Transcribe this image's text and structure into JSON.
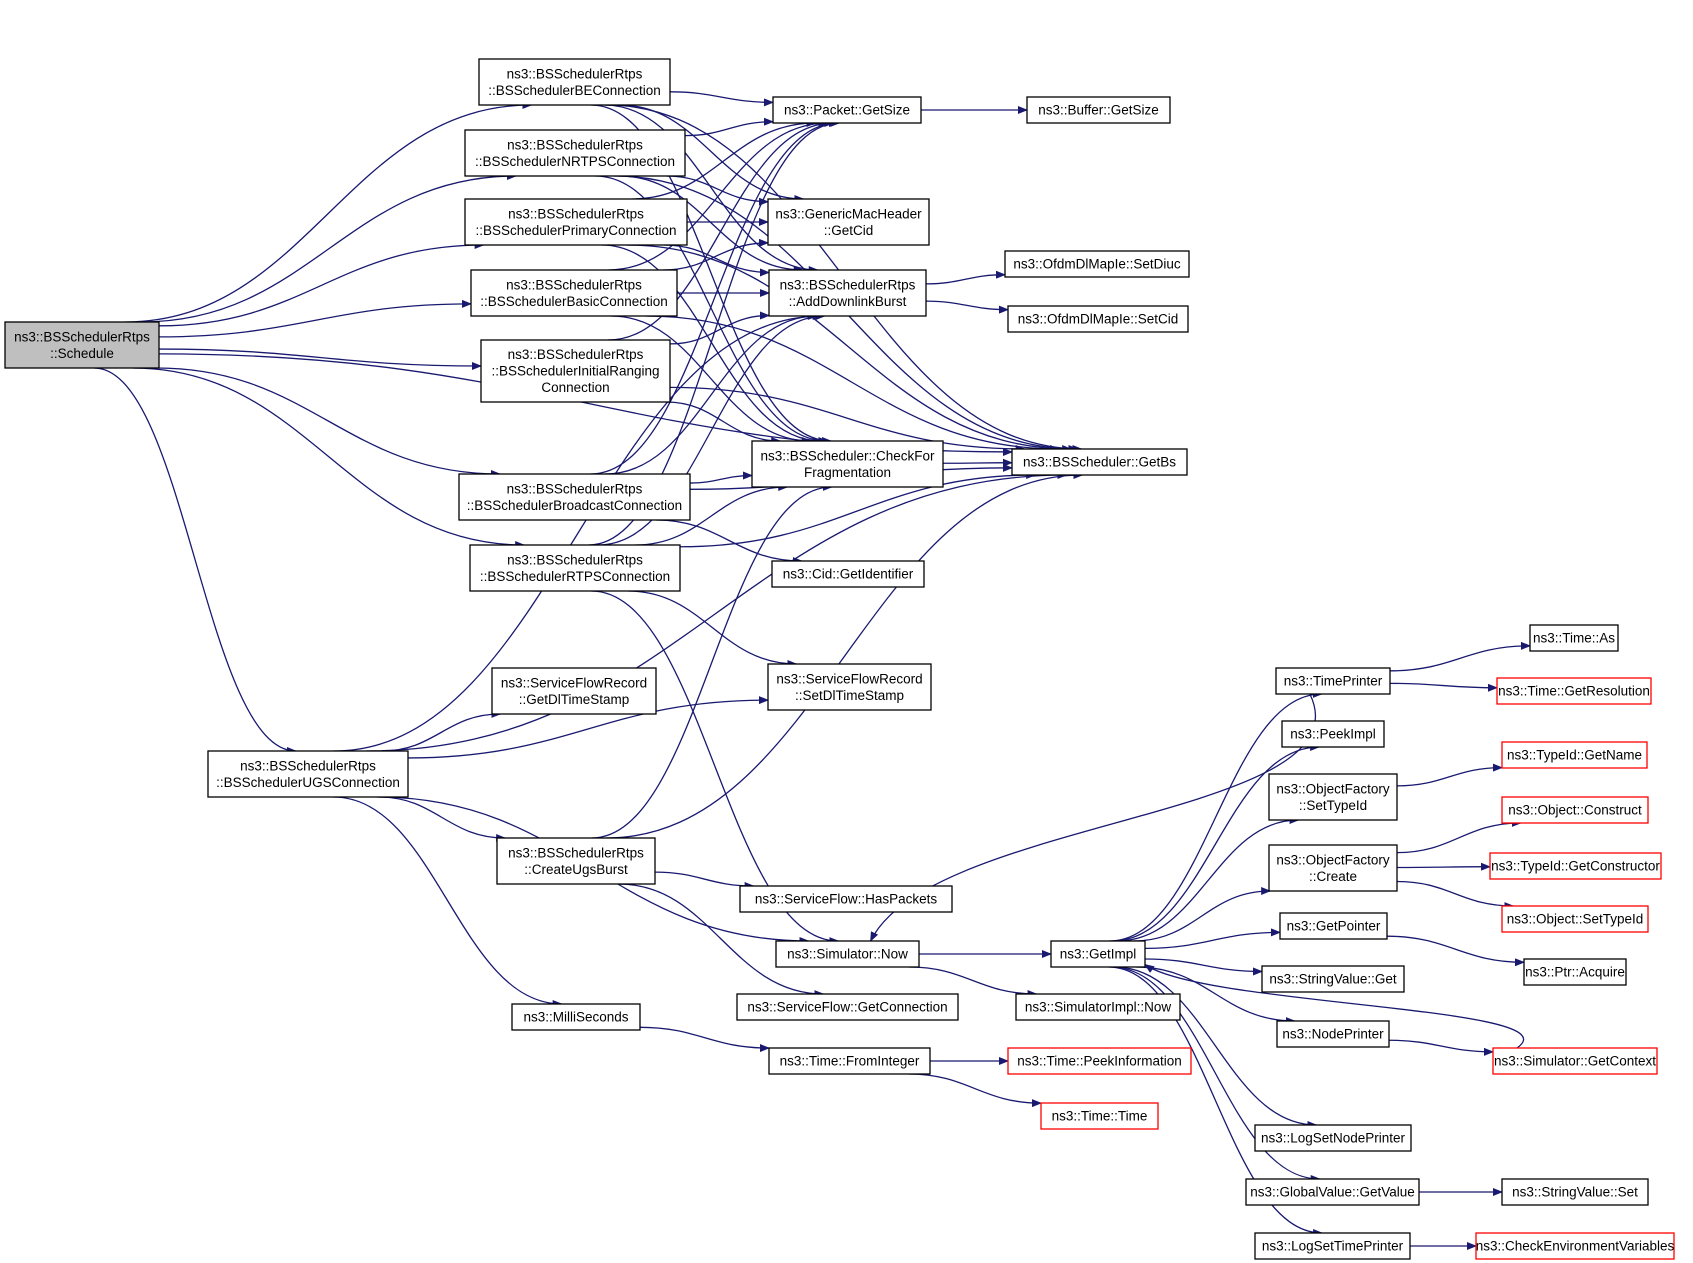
{
  "graph": {
    "nodes": [
      {
        "id": "schedule",
        "lines": [
          "ns3::BSSchedulerRtps",
          "::Schedule"
        ],
        "root": true
      },
      {
        "id": "be",
        "lines": [
          "ns3::BSSchedulerRtps",
          "::BSSchedulerBEConnection"
        ]
      },
      {
        "id": "nrtps",
        "lines": [
          "ns3::BSSchedulerRtps",
          "::BSSchedulerNRTPSConnection"
        ]
      },
      {
        "id": "primary",
        "lines": [
          "ns3::BSSchedulerRtps",
          "::BSSchedulerPrimaryConnection"
        ]
      },
      {
        "id": "basic",
        "lines": [
          "ns3::BSSchedulerRtps",
          "::BSSchedulerBasicConnection"
        ]
      },
      {
        "id": "initrang",
        "lines": [
          "ns3::BSSchedulerRtps",
          "::BSSchedulerInitialRanging",
          "Connection"
        ]
      },
      {
        "id": "broadcast",
        "lines": [
          "ns3::BSSchedulerRtps",
          "::BSSchedulerBroadcastConnection"
        ]
      },
      {
        "id": "rtps",
        "lines": [
          "ns3::BSSchedulerRtps",
          "::BSSchedulerRTPSConnection"
        ]
      },
      {
        "id": "ugs",
        "lines": [
          "ns3::BSSchedulerRtps",
          "::BSSchedulerUGSConnection"
        ]
      },
      {
        "id": "getsize",
        "lines": [
          "ns3::Packet::GetSize"
        ]
      },
      {
        "id": "getcid",
        "lines": [
          "ns3::GenericMacHeader",
          "::GetCid"
        ]
      },
      {
        "id": "adddl",
        "lines": [
          "ns3::BSSchedulerRtps",
          "::AddDownlinkBurst"
        ]
      },
      {
        "id": "checkfrag",
        "lines": [
          "ns3::BSScheduler::CheckFor",
          "Fragmentation"
        ]
      },
      {
        "id": "cidgetid",
        "lines": [
          "ns3::Cid::GetIdentifier"
        ]
      },
      {
        "id": "setdlts",
        "lines": [
          "ns3::ServiceFlowRecord",
          "::SetDlTimeStamp"
        ]
      },
      {
        "id": "getdlts",
        "lines": [
          "ns3::ServiceFlowRecord",
          "::GetDlTimeStamp"
        ]
      },
      {
        "id": "createugs",
        "lines": [
          "ns3::BSSchedulerRtps",
          "::CreateUgsBurst"
        ]
      },
      {
        "id": "haspackets",
        "lines": [
          "ns3::ServiceFlow::HasPackets"
        ]
      },
      {
        "id": "simnow",
        "lines": [
          "ns3::Simulator::Now"
        ]
      },
      {
        "id": "getconn",
        "lines": [
          "ns3::ServiceFlow::GetConnection"
        ]
      },
      {
        "id": "millis",
        "lines": [
          "ns3::MilliSeconds"
        ]
      },
      {
        "id": "fromint",
        "lines": [
          "ns3::Time::FromInteger"
        ]
      },
      {
        "id": "bufsize",
        "lines": [
          "ns3::Buffer::GetSize"
        ]
      },
      {
        "id": "setdiuc",
        "lines": [
          "ns3::OfdmDlMapIe::SetDiuc"
        ]
      },
      {
        "id": "setcid",
        "lines": [
          "ns3::OfdmDlMapIe::SetCid"
        ]
      },
      {
        "id": "getbs",
        "lines": [
          "ns3::BSScheduler::GetBs"
        ]
      },
      {
        "id": "getimpl",
        "lines": [
          "ns3::GetImpl"
        ]
      },
      {
        "id": "simimplnow",
        "lines": [
          "ns3::SimulatorImpl::Now"
        ]
      },
      {
        "id": "peekinfo",
        "lines": [
          "ns3::Time::PeekInformation"
        ],
        "red": true
      },
      {
        "id": "timetime",
        "lines": [
          "ns3::Time::Time"
        ],
        "red": true
      },
      {
        "id": "timeprinter",
        "lines": [
          "ns3::TimePrinter"
        ]
      },
      {
        "id": "peekimpl",
        "lines": [
          "ns3::PeekImpl"
        ]
      },
      {
        "id": "ofsettid",
        "lines": [
          "ns3::ObjectFactory",
          "::SetTypeId"
        ]
      },
      {
        "id": "ofcreate",
        "lines": [
          "ns3::ObjectFactory",
          "::Create"
        ]
      },
      {
        "id": "getpointer",
        "lines": [
          "ns3::GetPointer"
        ]
      },
      {
        "id": "strget",
        "lines": [
          "ns3::StringValue::Get"
        ]
      },
      {
        "id": "nodeprinter",
        "lines": [
          "ns3::NodePrinter"
        ]
      },
      {
        "id": "logsetnode",
        "lines": [
          "ns3::LogSetNodePrinter"
        ]
      },
      {
        "id": "gvgetvalue",
        "lines": [
          "ns3::GlobalValue::GetValue"
        ]
      },
      {
        "id": "logsettime",
        "lines": [
          "ns3::LogSetTimePrinter"
        ]
      },
      {
        "id": "timeas",
        "lines": [
          "ns3::Time::As"
        ]
      },
      {
        "id": "getres",
        "lines": [
          "ns3::Time::GetResolution"
        ],
        "red": true
      },
      {
        "id": "tidgetname",
        "lines": [
          "ns3::TypeId::GetName"
        ],
        "red": true
      },
      {
        "id": "objconstruct",
        "lines": [
          "ns3::Object::Construct"
        ],
        "red": true
      },
      {
        "id": "tidgetctor",
        "lines": [
          "ns3::TypeId::GetConstructor"
        ],
        "red": true
      },
      {
        "id": "objsettid",
        "lines": [
          "ns3::Object::SetTypeId"
        ],
        "red": true
      },
      {
        "id": "ptracquire",
        "lines": [
          "ns3::Ptr::Acquire"
        ]
      },
      {
        "id": "getcontext",
        "lines": [
          "ns3::Simulator::GetContext"
        ],
        "red": true
      },
      {
        "id": "strset",
        "lines": [
          "ns3::StringValue::Set"
        ]
      },
      {
        "id": "checkenv",
        "lines": [
          "ns3::CheckEnvironmentVariables"
        ],
        "red": true
      }
    ],
    "edges": [
      [
        "schedule",
        "be"
      ],
      [
        "schedule",
        "nrtps"
      ],
      [
        "schedule",
        "primary"
      ],
      [
        "schedule",
        "basic"
      ],
      [
        "schedule",
        "initrang"
      ],
      [
        "schedule",
        "broadcast"
      ],
      [
        "schedule",
        "rtps"
      ],
      [
        "schedule",
        "ugs"
      ],
      [
        "schedule",
        "getbs"
      ],
      [
        "be",
        "getsize"
      ],
      [
        "be",
        "getcid"
      ],
      [
        "be",
        "adddl"
      ],
      [
        "be",
        "checkfrag"
      ],
      [
        "be",
        "getbs"
      ],
      [
        "nrtps",
        "getsize"
      ],
      [
        "nrtps",
        "getcid"
      ],
      [
        "nrtps",
        "adddl"
      ],
      [
        "nrtps",
        "checkfrag"
      ],
      [
        "nrtps",
        "getbs"
      ],
      [
        "primary",
        "getsize"
      ],
      [
        "primary",
        "getcid"
      ],
      [
        "primary",
        "adddl"
      ],
      [
        "primary",
        "checkfrag"
      ],
      [
        "primary",
        "getbs"
      ],
      [
        "basic",
        "getsize"
      ],
      [
        "basic",
        "getcid"
      ],
      [
        "basic",
        "adddl"
      ],
      [
        "basic",
        "checkfrag"
      ],
      [
        "basic",
        "getbs"
      ],
      [
        "initrang",
        "getsize"
      ],
      [
        "initrang",
        "adddl"
      ],
      [
        "initrang",
        "checkfrag"
      ],
      [
        "initrang",
        "getbs"
      ],
      [
        "broadcast",
        "getsize"
      ],
      [
        "broadcast",
        "adddl"
      ],
      [
        "broadcast",
        "checkfrag"
      ],
      [
        "broadcast",
        "getbs"
      ],
      [
        "broadcast",
        "cidgetid"
      ],
      [
        "rtps",
        "getsize"
      ],
      [
        "rtps",
        "adddl"
      ],
      [
        "rtps",
        "checkfrag"
      ],
      [
        "rtps",
        "getbs"
      ],
      [
        "rtps",
        "setdlts"
      ],
      [
        "rtps",
        "simnow"
      ],
      [
        "ugs",
        "adddl"
      ],
      [
        "ugs",
        "getdlts"
      ],
      [
        "ugs",
        "setdlts"
      ],
      [
        "ugs",
        "getbs"
      ],
      [
        "ugs",
        "createugs"
      ],
      [
        "ugs",
        "simnow"
      ],
      [
        "ugs",
        "millis"
      ],
      [
        "createugs",
        "checkfrag"
      ],
      [
        "createugs",
        "getbs"
      ],
      [
        "createugs",
        "haspackets"
      ],
      [
        "createugs",
        "getconn"
      ],
      [
        "getsize",
        "bufsize"
      ],
      [
        "adddl",
        "setdiuc"
      ],
      [
        "adddl",
        "setcid"
      ],
      [
        "checkfrag",
        "getbs"
      ],
      [
        "millis",
        "fromint"
      ],
      [
        "fromint",
        "peekinfo"
      ],
      [
        "fromint",
        "timetime"
      ],
      [
        "simnow",
        "getimpl"
      ],
      [
        "simnow",
        "simimplnow"
      ],
      [
        "getimpl",
        "timeprinter"
      ],
      [
        "getimpl",
        "peekimpl"
      ],
      [
        "getimpl",
        "ofsettid"
      ],
      [
        "getimpl",
        "ofcreate"
      ],
      [
        "getimpl",
        "getpointer"
      ],
      [
        "getimpl",
        "strget"
      ],
      [
        "getimpl",
        "nodeprinter"
      ],
      [
        "getimpl",
        "logsetnode"
      ],
      [
        "getimpl",
        "gvgetvalue"
      ],
      [
        "getimpl",
        "logsettime"
      ],
      [
        "timeprinter",
        "timeas"
      ],
      [
        "timeprinter",
        "getres"
      ],
      [
        "timeprinter",
        "simnow"
      ],
      [
        "ofsettid",
        "tidgetname"
      ],
      [
        "ofcreate",
        "objconstruct"
      ],
      [
        "ofcreate",
        "tidgetctor"
      ],
      [
        "ofcreate",
        "objsettid"
      ],
      [
        "getpointer",
        "ptracquire"
      ],
      [
        "nodeprinter",
        "getcontext"
      ],
      [
        "getcontext",
        "getimpl"
      ],
      [
        "gvgetvalue",
        "strset"
      ],
      [
        "logsettime",
        "checkenv"
      ]
    ]
  }
}
